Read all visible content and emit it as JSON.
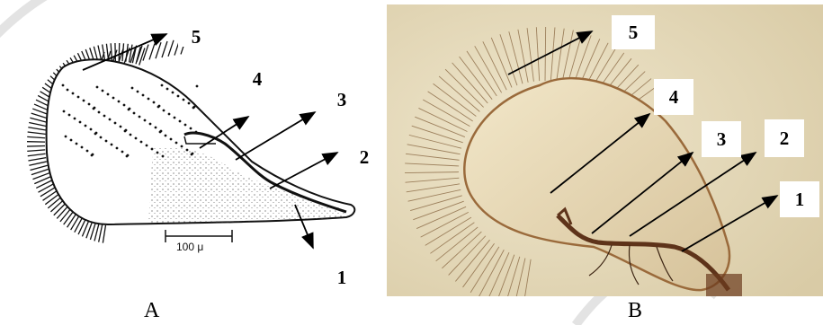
{
  "panel_a": {
    "caption": "A",
    "scale_label": "100 μ",
    "labels": [
      "5",
      "4",
      "3",
      "2",
      "1"
    ]
  },
  "panel_b": {
    "caption": "B",
    "labels": [
      "5",
      "4",
      "3",
      "2",
      "1"
    ]
  },
  "colors": {
    "photo_background": "#e6dcc0",
    "wing_membrane": "#eee2c6",
    "wing_vein": "#6b3a1e",
    "arrow": "#000000"
  }
}
